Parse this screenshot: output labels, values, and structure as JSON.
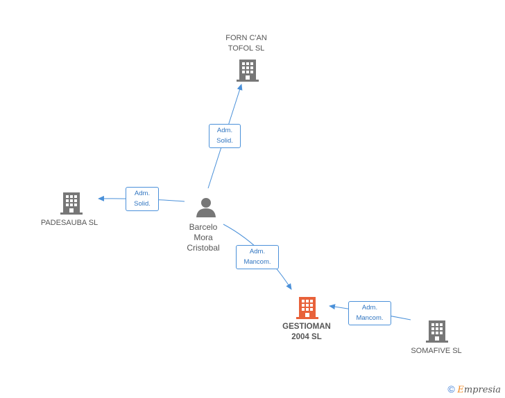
{
  "nodes": {
    "forn": {
      "label": "FORN C'AN\nTOFOL SL",
      "type": "company",
      "color": "#777777"
    },
    "padesauba": {
      "label": "PADESAUBA SL",
      "type": "company",
      "color": "#777777"
    },
    "gestioman": {
      "label": "GESTIOMAN\n2004 SL",
      "type": "company",
      "color": "#e8613a"
    },
    "somafive": {
      "label": "SOMAFIVE  SL",
      "type": "company",
      "color": "#777777"
    },
    "person": {
      "label1": "Barcelo",
      "label2": "Mora",
      "label3": "Cristobal",
      "type": "person",
      "color": "#777777"
    }
  },
  "edges": [
    {
      "id": "e1",
      "line1": "Adm.",
      "line2": "Solid."
    },
    {
      "id": "e2",
      "line1": "Adm.",
      "line2": "Solid."
    },
    {
      "id": "e3",
      "line1": "Adm.",
      "line2": "Mancom."
    },
    {
      "id": "e4",
      "line1": "Adm.",
      "line2": "Mancom."
    }
  ],
  "colors": {
    "edge": "#4a90d9",
    "building_gray": "#777777",
    "building_main": "#e8613a"
  },
  "brand": {
    "symbol": "©",
    "first": "E",
    "rest": "mpresia"
  }
}
